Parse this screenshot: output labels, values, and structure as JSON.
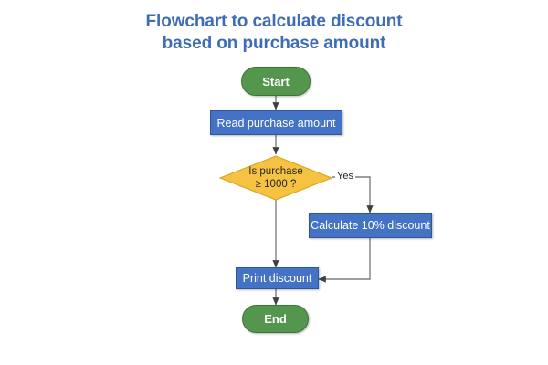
{
  "title": {
    "line1": "Flowchart to calculate discount",
    "line2": "based on purchase amount"
  },
  "colors": {
    "background": "#ffffff",
    "title_text": "#3E6DB5",
    "terminator_fill": "#55964F",
    "terminator_border": "#3F7439",
    "process_fill": "#4472C4",
    "process_border": "#2F5597",
    "decision_fill": "#F5C242",
    "decision_border": "#D9A520",
    "connector": "#7F7F7F",
    "node_text_light": "#FFFFFF",
    "node_text_dark": "#262626"
  },
  "flow": {
    "nodes": [
      {
        "id": "start",
        "type": "terminator",
        "label": "Start"
      },
      {
        "id": "read",
        "type": "process",
        "label": "Read purchase amount"
      },
      {
        "id": "decision",
        "type": "decision",
        "label_line1": "Is purchase",
        "label_line2": "≥ 1000 ?"
      },
      {
        "id": "calculate",
        "type": "process",
        "label": "Calculate 10% discount"
      },
      {
        "id": "print",
        "type": "process",
        "label": "Print discount"
      },
      {
        "id": "end",
        "type": "terminator",
        "label": "End"
      }
    ],
    "edges": [
      {
        "from": "start",
        "to": "read",
        "label": ""
      },
      {
        "from": "read",
        "to": "decision",
        "label": ""
      },
      {
        "from": "decision",
        "to": "calculate",
        "label": "Yes"
      },
      {
        "from": "decision",
        "to": "print",
        "label": ""
      },
      {
        "from": "calculate",
        "to": "print",
        "label": ""
      },
      {
        "from": "print",
        "to": "end",
        "label": ""
      }
    ]
  }
}
